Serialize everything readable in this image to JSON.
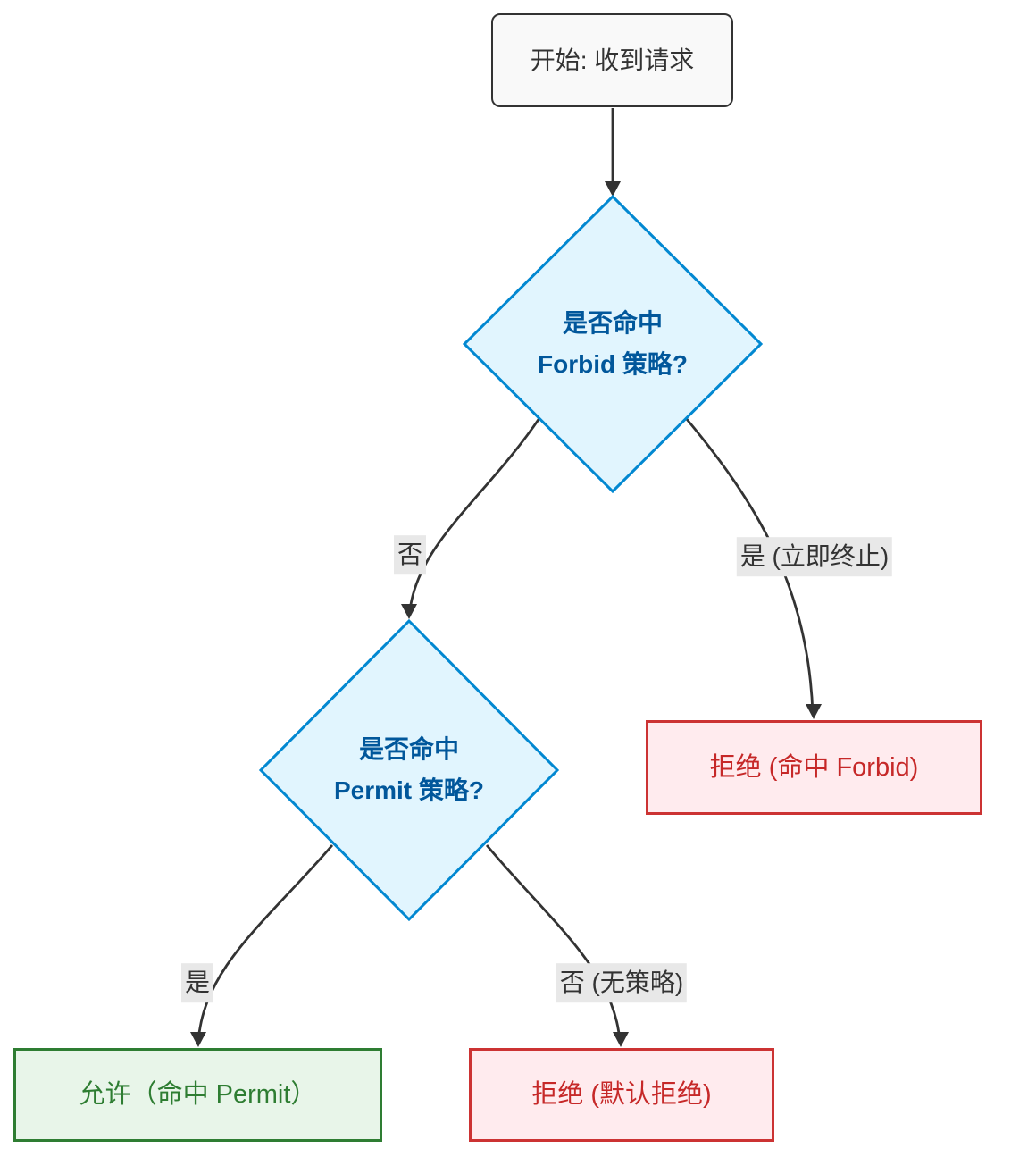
{
  "colors": {
    "canvas_bg": "#ffffff",
    "edge": "#333333",
    "start_fill": "#f9f9f9",
    "start_stroke": "#333333",
    "start_text": "#333333",
    "decision_fill": "#e1f5fe",
    "decision_stroke": "#0288d1",
    "decision_text": "#01579b",
    "deny_fill": "#ffebee",
    "deny_stroke": "#cc3333",
    "deny_text": "#c62828",
    "allow_fill": "#e8f5e9",
    "allow_stroke": "#2e7d32",
    "allow_text": "#2e7d32",
    "edge_label_bg": "#e8e8e8",
    "edge_label_text": "#333333"
  },
  "nodes": {
    "start": {
      "label": "开始: 收到请求"
    },
    "forbid_decision": {
      "line1": "是否命中",
      "line2": "Forbid 策略?"
    },
    "permit_decision": {
      "line1": "是否命中",
      "line2": "Permit 策略?"
    },
    "deny_forbid": {
      "label": "拒绝 (命中 Forbid)"
    },
    "allow_permit": {
      "label": "允许（命中 Permit）"
    },
    "deny_default": {
      "label": "拒绝 (默认拒绝)"
    }
  },
  "edges": {
    "forbid_no": {
      "label": "否"
    },
    "forbid_yes": {
      "label": "是 (立即终止)"
    },
    "permit_yes": {
      "label": "是"
    },
    "permit_no": {
      "label": "否 (无策略)"
    }
  }
}
